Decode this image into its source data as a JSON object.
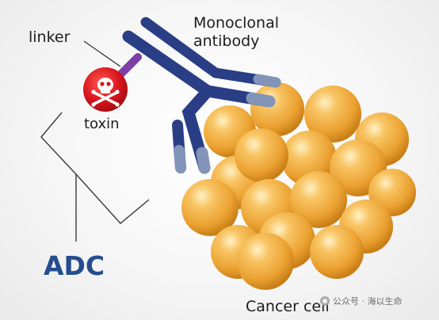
{
  "diagram": {
    "labels": {
      "linker": "linker",
      "monoclonal_line1": "Monoclonal",
      "monoclonal_line2": "antibody",
      "toxin": "toxin",
      "adc": "ADC",
      "cancer_cell": "Cancer cell"
    },
    "watermark": {
      "text": "公众号 · 海以生命"
    },
    "icons": {
      "toxin": "skull-crossbones-icon",
      "watermark": "wechat-icon"
    },
    "colors": {
      "antibody": "#2a3e86",
      "antibody_tip": "#8294b8",
      "linker": "#7b3fa5",
      "toxin": "#d8141c",
      "cell": "#f1ab3c",
      "adc_text": "#254d8e"
    }
  }
}
